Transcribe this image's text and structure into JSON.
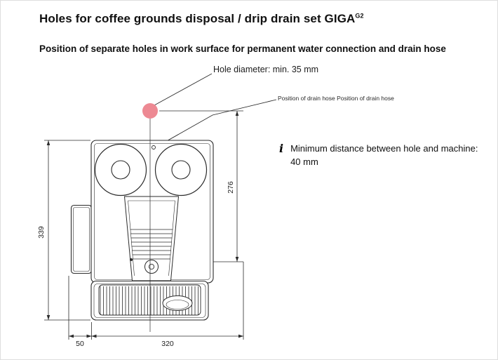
{
  "header": {
    "title": "Holes for coffee grounds disposal / drip drain set GIGA",
    "title_sup": "G2",
    "subtitle": "Position of separate holes in work surface for permanent water connection and drain hose"
  },
  "callouts": {
    "hole_diameter": "Hole diameter: min. 35 mm",
    "drain_hose": "Position of drain hose Position of drain hose",
    "note_icon": "i",
    "note_line1": "Minimum distance between hole and machine:",
    "note_line2": "40 mm"
  },
  "dimensions": {
    "depth": "339",
    "hole_to_disposal": "276",
    "left_offset": "50",
    "width": "320"
  },
  "colors": {
    "hole_fill": "#ed8993",
    "line": "#2b2b2b"
  }
}
